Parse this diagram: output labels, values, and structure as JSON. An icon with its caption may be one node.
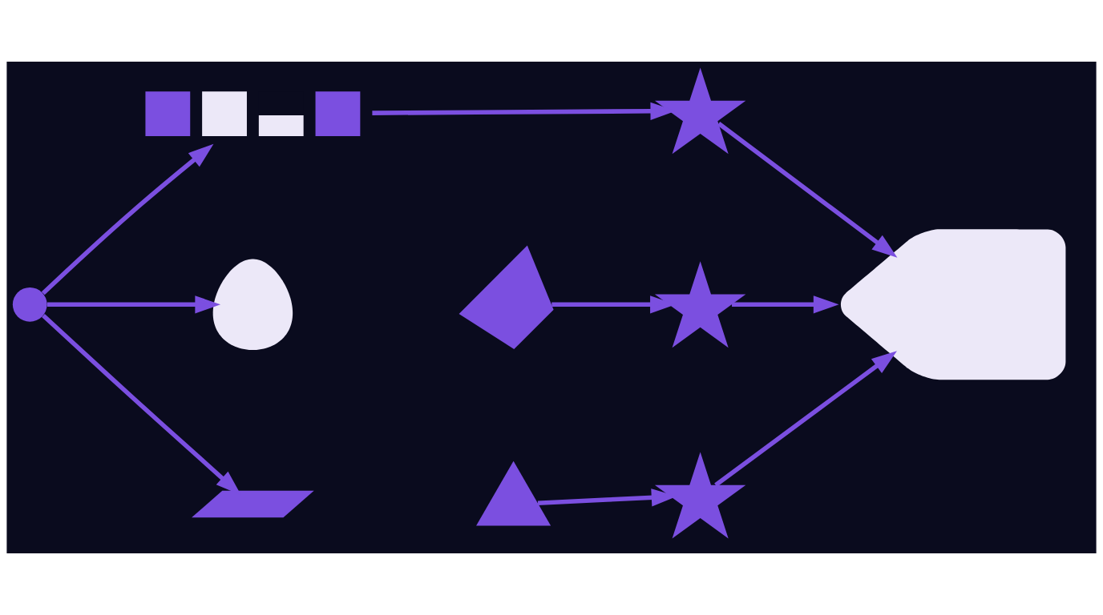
{
  "diagram": {
    "nodes": [
      {
        "text": [],
        "shape": "circle"
      },
      {
        "text": [],
        "shape": "picture"
      },
      {
        "text": [],
        "shape": "picture"
      },
      {
        "text": [],
        "shape": "picture"
      },
      {
        "text": [],
        "shape": "picture"
      },
      {
        "text": [],
        "shape": "picture"
      },
      {
        "text": [],
        "shape": "star"
      },
      {
        "text": [],
        "shape": "star"
      },
      {
        "text": [],
        "shape": "star"
      },
      {
        "text": [],
        "shape": "tag"
      }
    ],
    "edges": [
      {
        "from": 0,
        "to": 1,
        "arrow": "to"
      },
      {
        "from": 0,
        "to": 2,
        "arrow": "to"
      },
      {
        "from": 0,
        "to": 4,
        "arrow": "to"
      },
      {
        "from": 1,
        "to": 6,
        "arrow": "to"
      },
      {
        "from": 3,
        "to": 7,
        "arrow": "to"
      },
      {
        "from": 5,
        "to": 8,
        "arrow": "to"
      },
      {
        "from": 6,
        "to": 9,
        "arrow": "to"
      },
      {
        "from": 7,
        "to": 9,
        "arrow": "to"
      },
      {
        "from": 8,
        "to": 9,
        "arrow": "to"
      }
    ]
  }
}
